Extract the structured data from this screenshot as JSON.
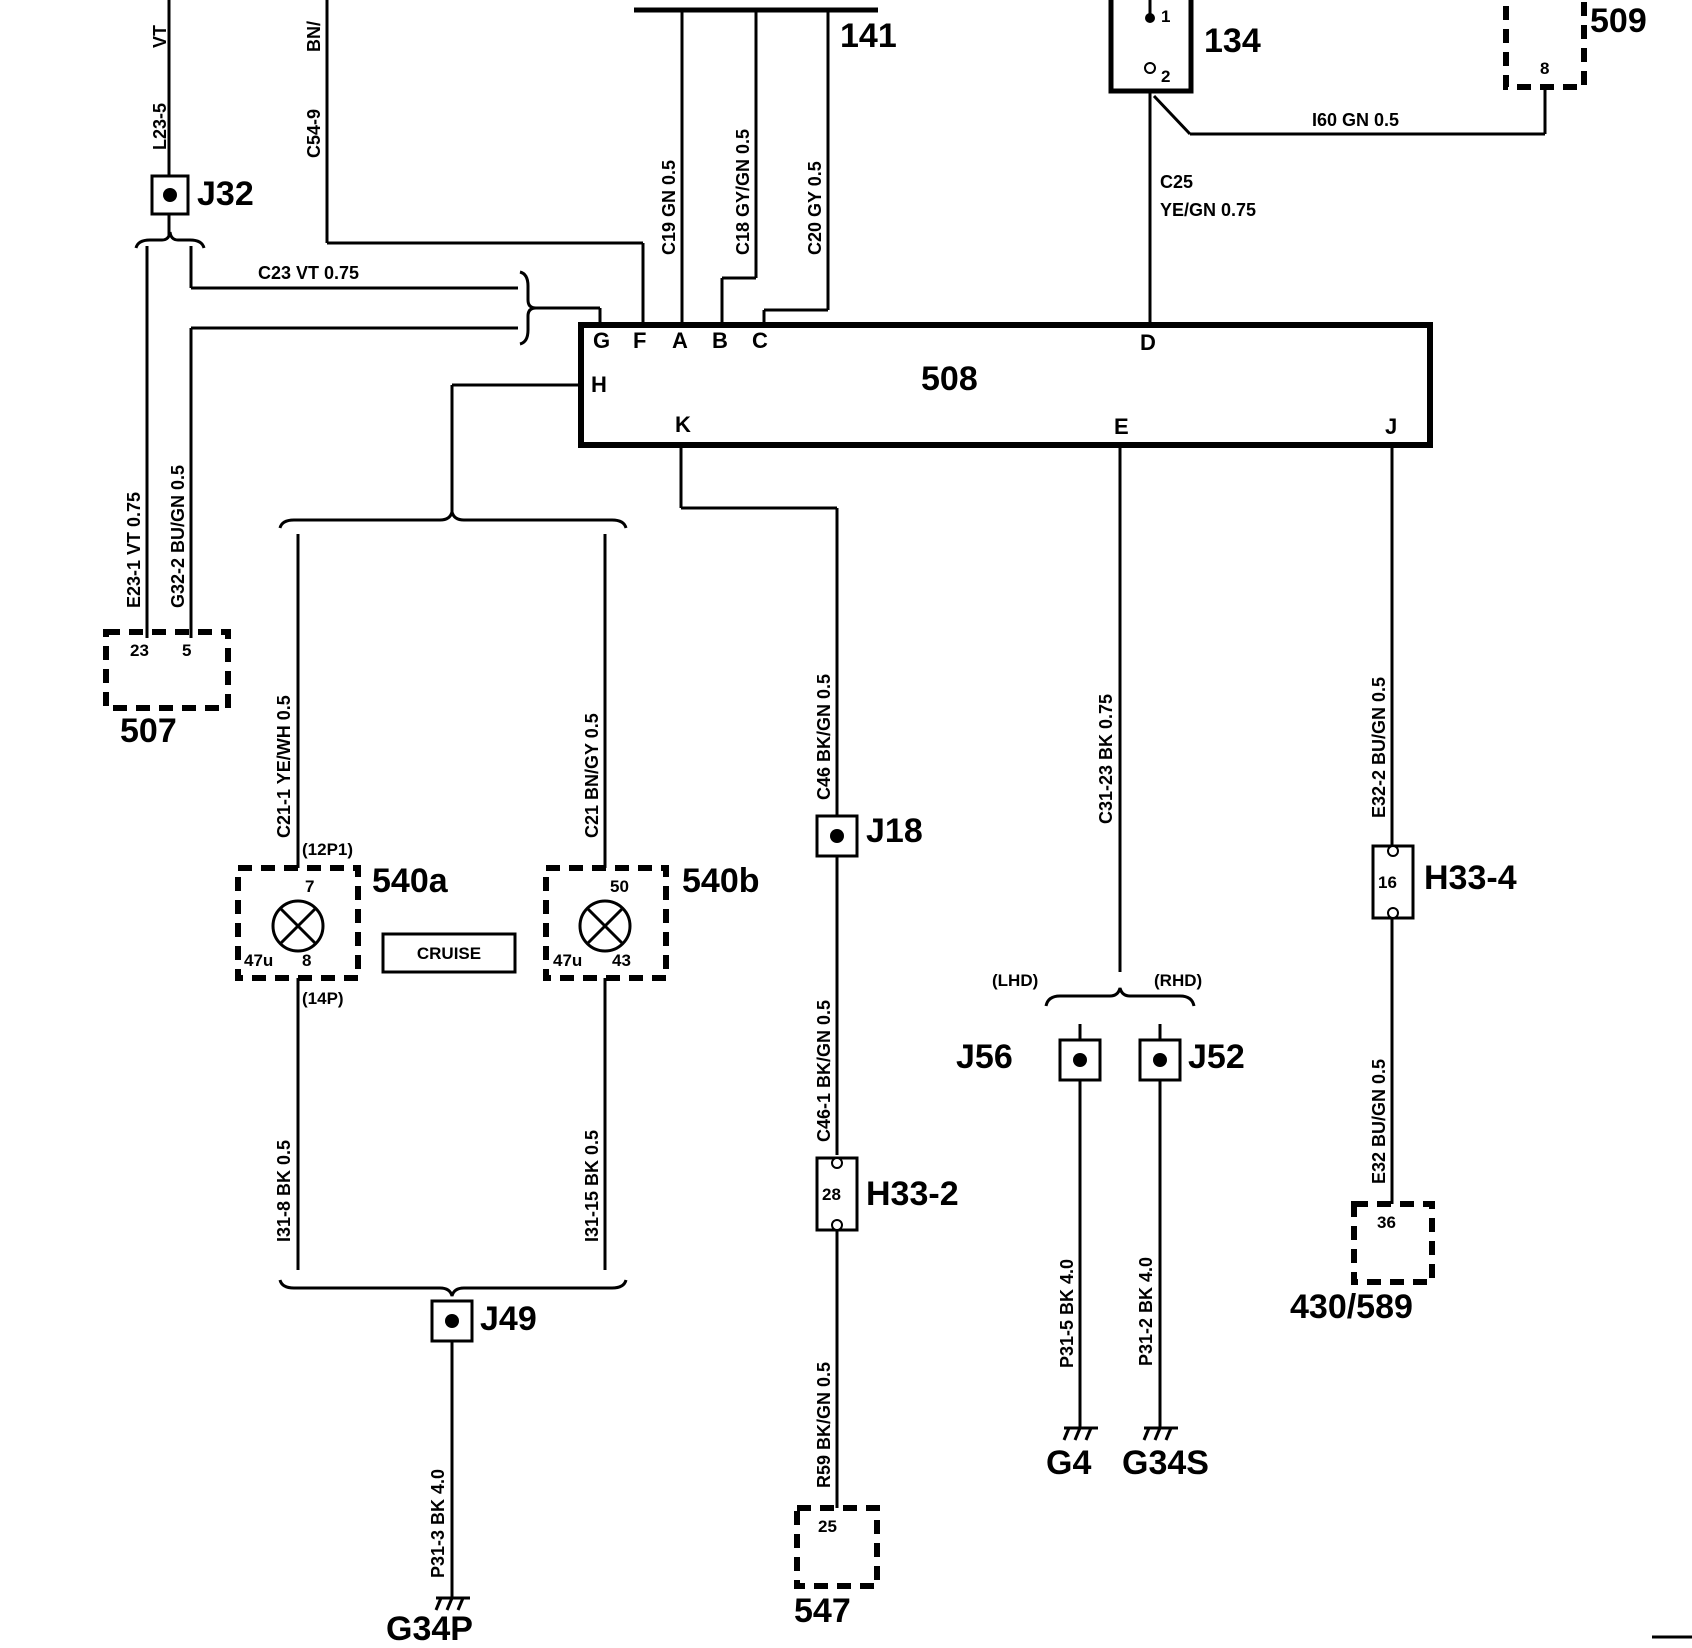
{
  "components": {
    "c141": "141",
    "c134": "134",
    "c509": "509",
    "c508": "508",
    "c507": "507",
    "c540a": "540a",
    "c540b": "540b",
    "c547": "547",
    "c430": "430/589"
  },
  "connectors": {
    "J32": "J32",
    "J18": "J18",
    "J49": "J49",
    "J56": "J56",
    "J52": "J52",
    "H33_2": "H33-2",
    "H33_4": "H33-4"
  },
  "grounds": {
    "G34P": "G34P",
    "G4": "G4",
    "G34S": "G34S"
  },
  "pins508": {
    "G": "G",
    "F": "F",
    "A": "A",
    "B": "B",
    "C": "C",
    "D": "D",
    "H": "H",
    "K": "K",
    "E": "E",
    "J": "J"
  },
  "pins": {
    "p134_1": "1",
    "p134_2": "2",
    "p509_8": "8",
    "p507_23": "23",
    "p507_5": "5",
    "p540a_7": "7",
    "p540a_47u": "47u",
    "p540a_8": "8",
    "p540b_50": "50",
    "p540b_47u": "47u",
    "p540b_43": "43",
    "p540a_12p1": "(12P1)",
    "p540a_14p": "(14P)",
    "pH33_2": "28",
    "pH33_4": "16",
    "p547": "25",
    "p430": "36",
    "lhd": "(LHD)",
    "rhd": "(RHD)",
    "cruise": "CRUISE"
  },
  "wires": {
    "vt_top": "VT",
    "l23_5": "L23-5",
    "bn_top": "BN/",
    "c54_9": "C54-9",
    "c19": "C19  GN 0.5",
    "c18": "C18  GY/GN 0.5",
    "c20": "C20  GY 0.5",
    "i60": "I60    GN 0.5",
    "c25_a": "C25",
    "c25_b": "YE/GN  0.75",
    "c23": "C23   VT  0.75",
    "e23_1": "E23-1   VT 0.75",
    "g32_2": "G32-2   BU/GN 0.5",
    "c21_1": "C21-1   YE/WH 0.5",
    "c21": "C21   BN/GY 0.5",
    "c46": "C46   BK/GN 0.5",
    "c31_23": "C31-23    BK 0.75",
    "e32_2": "E32-2    BU/GN 0.5",
    "i31_8": "I31-8         BK 0.5",
    "i31_15": "I31-15        BK 0.5",
    "c46_1": "C46-1     BK/GN 0.5",
    "e32": "E32      BU/GN 0.5",
    "p31_3": "P31-3      BK 4.0",
    "r59": "R59     BK/GN 0.5",
    "p31_5": "P31-5      BK 4.0",
    "p31_2": "P31-2      BK 4.0"
  }
}
